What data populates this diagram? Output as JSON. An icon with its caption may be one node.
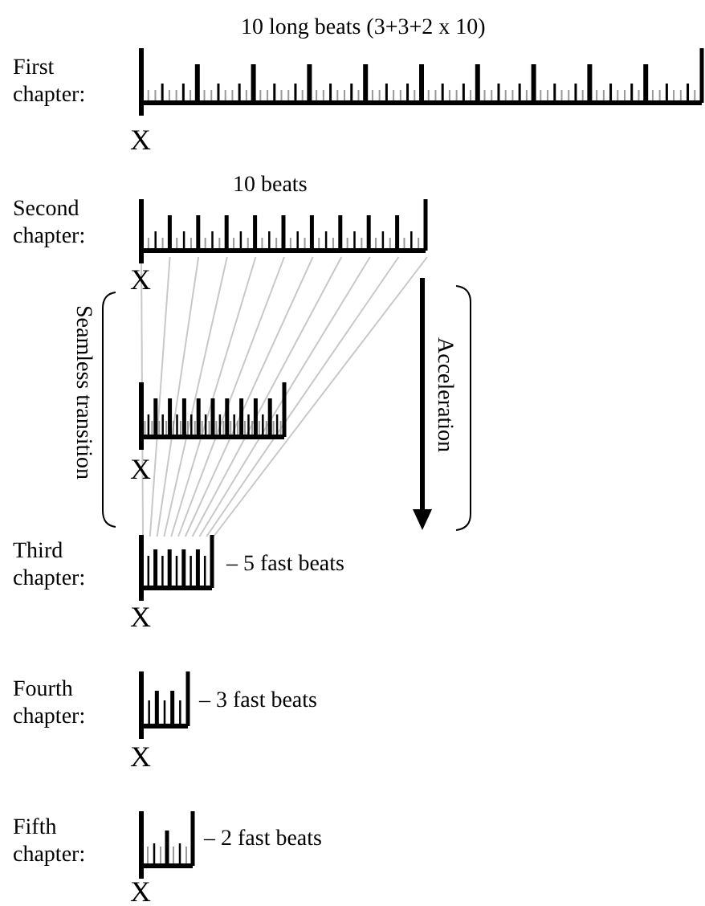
{
  "diagram": {
    "labels": [
      "10 long beats (3+3+2 x 10)",
      "First chapter:",
      "X",
      "10 beats",
      "Second chapter:",
      "X",
      "Seamless transition",
      "Acceleration",
      "X",
      "Third chapter:",
      "– 5 fast beats",
      "X",
      "Fourth chapter:",
      "– 3 fast beats",
      "X",
      "Fifth chapter:",
      "– 2 fast beats",
      "X"
    ]
  }
}
